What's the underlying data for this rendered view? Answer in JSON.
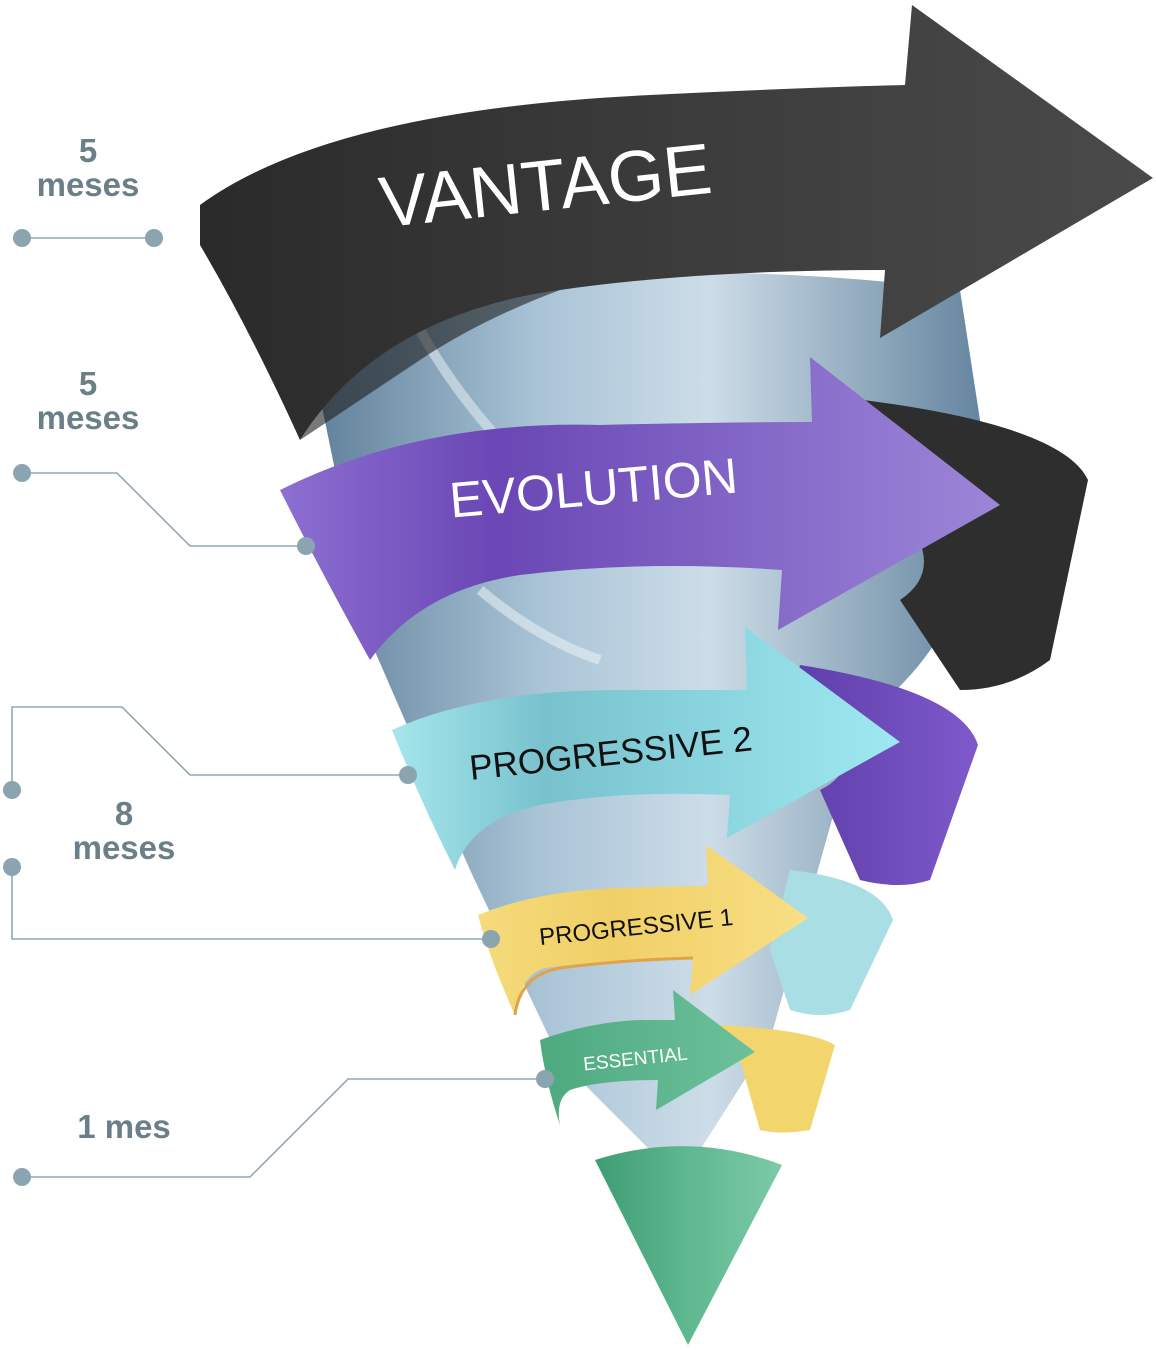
{
  "levels": [
    {
      "id": "vantage",
      "label": "VANTAGE",
      "color": "#2f2f2f",
      "text_color": "#ffffff"
    },
    {
      "id": "evolution",
      "label": "EVOLUTION",
      "color": "#8a6fcf",
      "text_color": "#ffffff"
    },
    {
      "id": "progressive2",
      "label": "PROGRESSIVE 2",
      "color": "#9fdde4",
      "text_color": "#111111"
    },
    {
      "id": "progressive1",
      "label": "PROGRESSIVE 1",
      "color": "#f3d77a",
      "text_color": "#111111"
    },
    {
      "id": "essential",
      "label": "ESSENTIAL",
      "color": "#4fae86",
      "text_color": "#ffffff"
    }
  ],
  "durations": [
    {
      "number": "5",
      "unit": "meses"
    },
    {
      "number": "5",
      "unit": "meses"
    },
    {
      "number": "8",
      "unit": "meses"
    },
    {
      "text": "1 mes"
    }
  ],
  "colors": {
    "leader_line": "#90a9b3",
    "duration_text": "#6b7f89",
    "tube": "#7c9fb8"
  }
}
